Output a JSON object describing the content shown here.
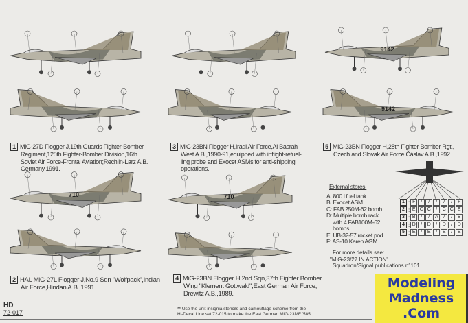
{
  "captions": [
    {
      "num": "1",
      "lines": [
        "MiG-27D Flogger J,19th Guards Fighter-Bomber",
        "Regiment,125th Fighter-Bomber Division,16th",
        "Soviet Air Force-Frontal Aviation;Rechlin-Larz A.B.",
        "Germany,1991."
      ]
    },
    {
      "num": "3",
      "lines": [
        "MiG-23BN Flogger H,Iraqi Air Force,Al Basrah",
        "West A.B.,1990-91,equipped with inflight-refuel-",
        "ling probe and Exocet ASMs for anti-shipping",
        "operations."
      ]
    },
    {
      "num": "5",
      "lines": [
        "MiG-23BN Flogger H,28th Fighter Bomber Rgt.,",
        "Czech and Slovak Air Force,Čáslav A.B.,1992."
      ]
    },
    {
      "num": "2",
      "lines": [
        "HAL MiG-27L Flogger J,No.9 Sqn \"Wolfpack\",Indian",
        "Air Force,Hindan A.B.,1991."
      ]
    },
    {
      "num": "4",
      "lines": [
        "MiG-23BN Flogger H,2nd Sqn,37th Fighter Bomber",
        "Wing \"Klement Gottwald\",East German Air Force,",
        "Drewitz A.B.,1989."
      ]
    }
  ],
  "note": [
    "** Use the unit insignia,stencils and camouflage scheme from the",
    "Hi-Decal Line set 72-015 to make the East German MiG-23MF '585'."
  ],
  "stores": {
    "title": "External stores:",
    "items": [
      "A: 800 l fuel tank.",
      "B: Exocet ASM.",
      "C: FAB 250M-62 bomb.",
      "D: Multiple bomb rack",
      "with 4 FAB100M-62",
      "bombs.",
      "E: UB-32-57 rocket pod.",
      "F: AS-10 Karen AGM."
    ]
  },
  "grid": [
    {
      "n": "1",
      "c": [
        "F",
        "/",
        "/",
        "/",
        "/",
        "/",
        "F"
      ]
    },
    {
      "n": "2",
      "c": [
        "E",
        "C",
        "C",
        "/",
        "C",
        "C",
        "E"
      ]
    },
    {
      "n": "3",
      "c": [
        "B",
        "/",
        "/",
        "A",
        "/",
        "/",
        "B"
      ]
    },
    {
      "n": "4",
      "c": [
        "D",
        "/",
        "D",
        "/",
        "D",
        "/",
        "D"
      ]
    },
    {
      "n": "5",
      "c": [
        "E",
        "/",
        "E",
        "/",
        "E",
        "/",
        "E"
      ]
    }
  ],
  "more": [
    "For more details see:",
    "\"MiG-23/27 IN ACTION\"",
    "Squadron/Signal publications n°101"
  ],
  "logo": [
    "Modeling",
    "Madness",
    ".Com"
  ],
  "brand": {
    "mark": "HD",
    "code": "72-017"
  },
  "aircraft_codes": [
    "710",
    "710",
    "9142",
    "9142"
  ],
  "colors": {
    "camo_light": "#b8b4a6",
    "camo_dark": "#6d6e64",
    "camo_brown": "#8a8068",
    "logo_bg": "#f4e840",
    "logo_text": "#2a3aa0"
  }
}
